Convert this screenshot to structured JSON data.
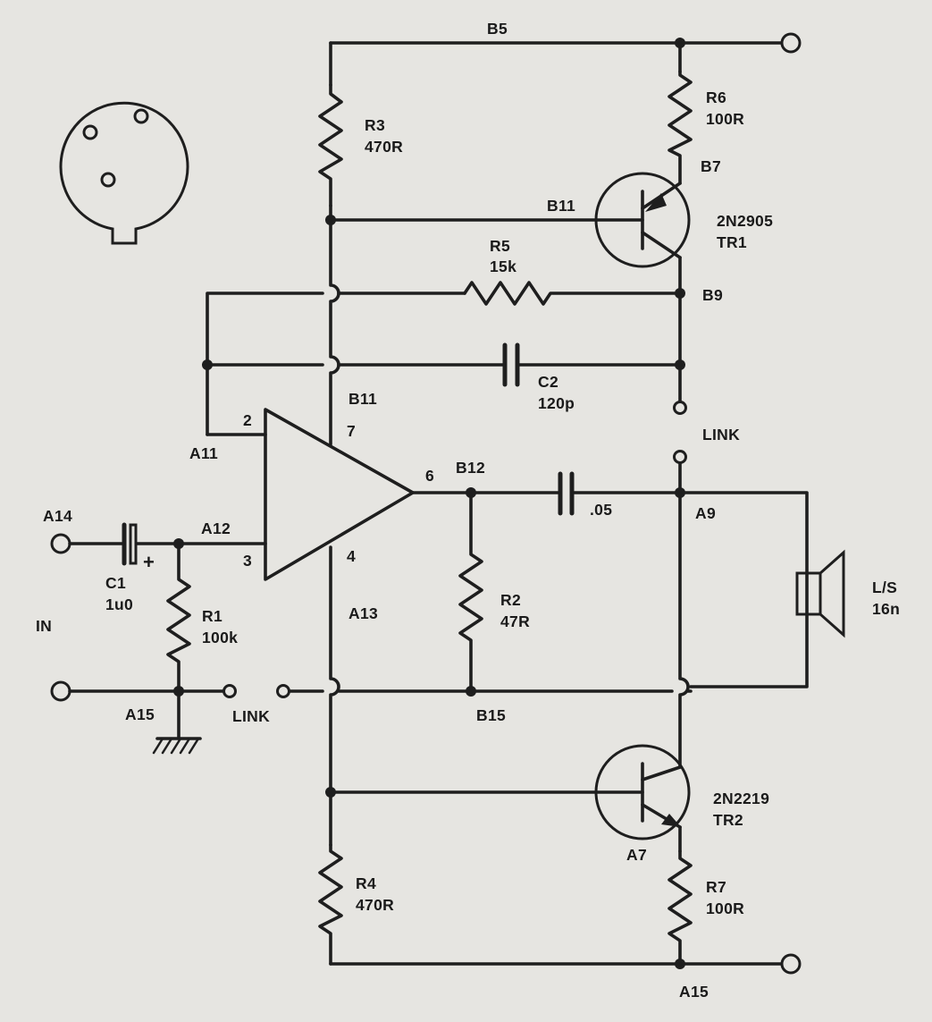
{
  "labels": {
    "b5": "B5",
    "r3_name": "R3",
    "r3_value": "470R",
    "r6_name": "R6",
    "r6_value": "100R",
    "b7": "B7",
    "b11_top": "B11",
    "tr1_type": "2N2905",
    "tr1_name": "TR1",
    "r5_name": "R5",
    "r5_value": "15k",
    "b9": "B9",
    "c2_name": "C2",
    "c2_value": "120p",
    "b11_mid": "B11",
    "pin2": "2",
    "pin7": "7",
    "pin6": "6",
    "pin3": "3",
    "pin4": "4",
    "a11": "A11",
    "link_right": "LINK",
    "b12": "B12",
    "cap_05": ".05",
    "a9": "A9",
    "a14": "A14",
    "a12": "A12",
    "plus": "+",
    "c1_name": "C1",
    "c1_value": "1u0",
    "in": "IN",
    "r1_name": "R1",
    "r1_value": "100k",
    "a13": "A13",
    "r2_name": "R2",
    "r2_value": "47R",
    "ls_name": "L/S",
    "ls_value": "16n",
    "a15_left": "A15",
    "link_bottom": "LINK",
    "b15": "B15",
    "tr2_type": "2N2219",
    "tr2_name": "TR2",
    "a7": "A7",
    "r4_name": "R4",
    "r4_value": "470R",
    "r7_name": "R7",
    "r7_value": "100R",
    "a15_bottom": "A15"
  }
}
